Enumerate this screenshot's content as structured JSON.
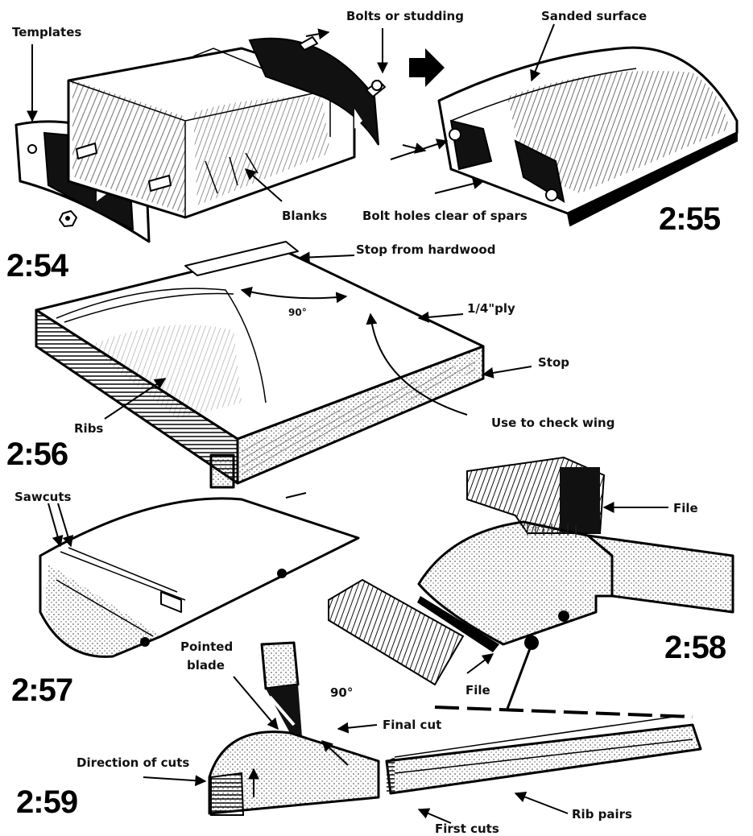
{
  "figures": {
    "fig_2_54": "2:54",
    "fig_2_55": "2:55",
    "fig_2_56": "2:56",
    "fig_2_57": "2:57",
    "fig_2_58": "2:58",
    "fig_2_59": "2:59"
  },
  "labels": {
    "templates": "Templates",
    "bolts": "Bolts or studding",
    "sanded_surface": "Sanded surface",
    "blanks": "Blanks",
    "bolt_holes": "Bolt holes clear of spars",
    "stop_hardwood": "Stop from hardwood",
    "ply": "1/4\"ply",
    "angle_90_small": "90°",
    "stop": "Stop",
    "ribs": "Ribs",
    "use_to_check": "Use to check wing",
    "sawcuts": "Sawcuts",
    "file_top": "File",
    "pointed_blade_1": "Pointed",
    "pointed_blade_2": "blade",
    "angle_90": "90°",
    "file_mid": "File",
    "final_cut": "Final cut",
    "direction_of_cuts": "Direction of cuts",
    "rib_pairs": "Rib pairs",
    "first_cuts": "First cuts"
  }
}
